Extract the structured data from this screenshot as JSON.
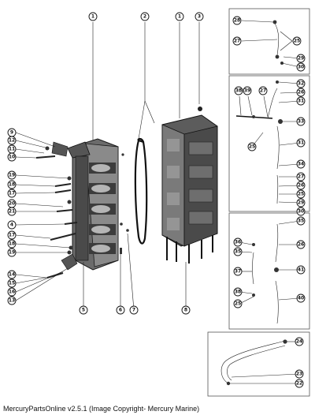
{
  "footer": {
    "text": "MercuryPartsOnline v2.5.1 (Image Copyright- Mercury Marine)"
  },
  "callouts": {
    "top_1a": "1",
    "top_2": "2",
    "top_1b": "1",
    "top_3": "3",
    "bottom_5": "5",
    "bottom_6": "6",
    "bottom_7": "7",
    "bottom_8": "8",
    "left": [
      "9",
      "12",
      "11",
      "10",
      "19",
      "18",
      "17",
      "20",
      "21",
      "4",
      "17",
      "18",
      "19",
      "14",
      "15",
      "16",
      "13"
    ],
    "box1": [
      "28",
      "27",
      "25",
      "29",
      "30"
    ],
    "box2": [
      "38",
      "39",
      "27",
      "32",
      "26",
      "31",
      "33",
      "25",
      "31",
      "34",
      "27",
      "26",
      "25",
      "29",
      "30"
    ],
    "box3": [
      "35",
      "26",
      "36",
      "35",
      "37",
      "41",
      "38",
      "25",
      "40"
    ],
    "box4": [
      "24",
      "23",
      "22"
    ]
  }
}
